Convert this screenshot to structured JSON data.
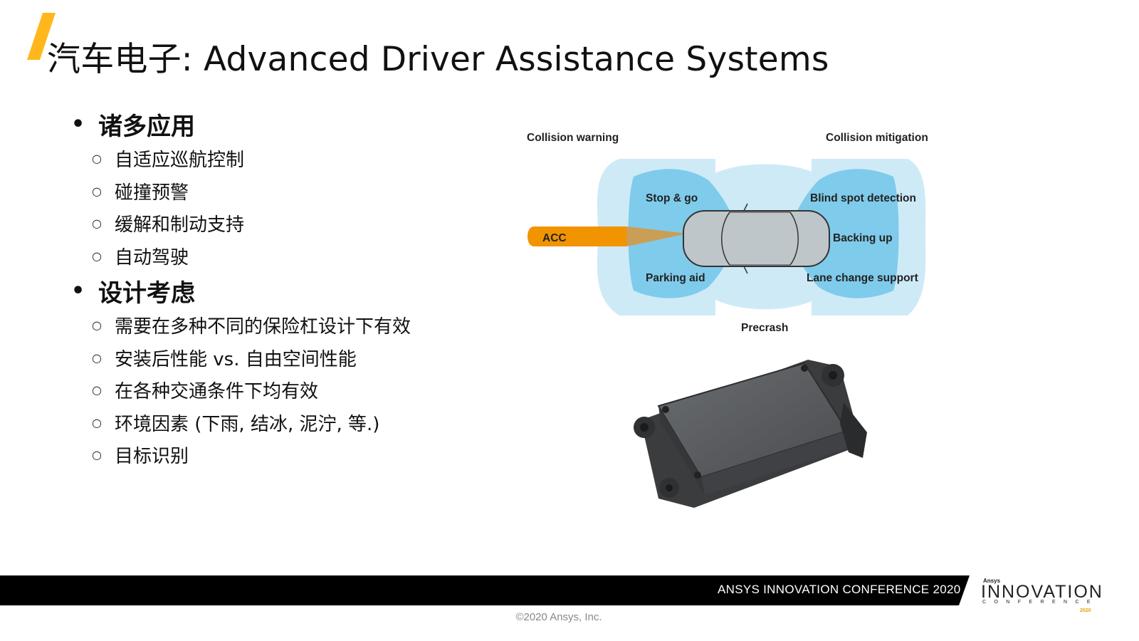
{
  "slide": {
    "title": "汽车电子: Advanced Driver Assistance Systems",
    "accent_color": "#FFB71B",
    "sections": [
      {
        "title": "诸多应用",
        "items": [
          "自适应巡航控制",
          "碰撞预警",
          "缓解和制动支持",
          "自动驾驶"
        ]
      },
      {
        "title": "设计考虑",
        "items": [
          "需要在多种不同的保险杠设计下有效",
          "安装后性能 vs. 自由空间性能",
          "在各种交通条件下均有效",
          "环境因素 (下雨, 结冰, 泥泞, 等.)",
          "目标识别"
        ]
      }
    ]
  },
  "diagram": {
    "labels": {
      "collision_warning": "Collision warning",
      "collision_mitigation": "Collision mitigation",
      "stop_go": "Stop & go",
      "blind_spot": "Blind spot detection",
      "acc": "ACC",
      "backing_up": "Backing up",
      "parking_aid": "Parking aid",
      "lane_change": "Lane change support",
      "precrash": "Precrash"
    },
    "colors": {
      "light_zone": "#CFEAF7",
      "medium_zone": "#7FCBEB",
      "acc_beam": "#F29400",
      "car": "#BFC6CA"
    }
  },
  "footer": {
    "conference": "ANSYS INNOVATION CONFERENCE 2020",
    "copyright": "©2020 Ansys, Inc.",
    "logo_brand": "Ansys",
    "logo_main": "INNOVATION",
    "logo_sub": "CONFERENCE",
    "logo_year": "2020"
  }
}
